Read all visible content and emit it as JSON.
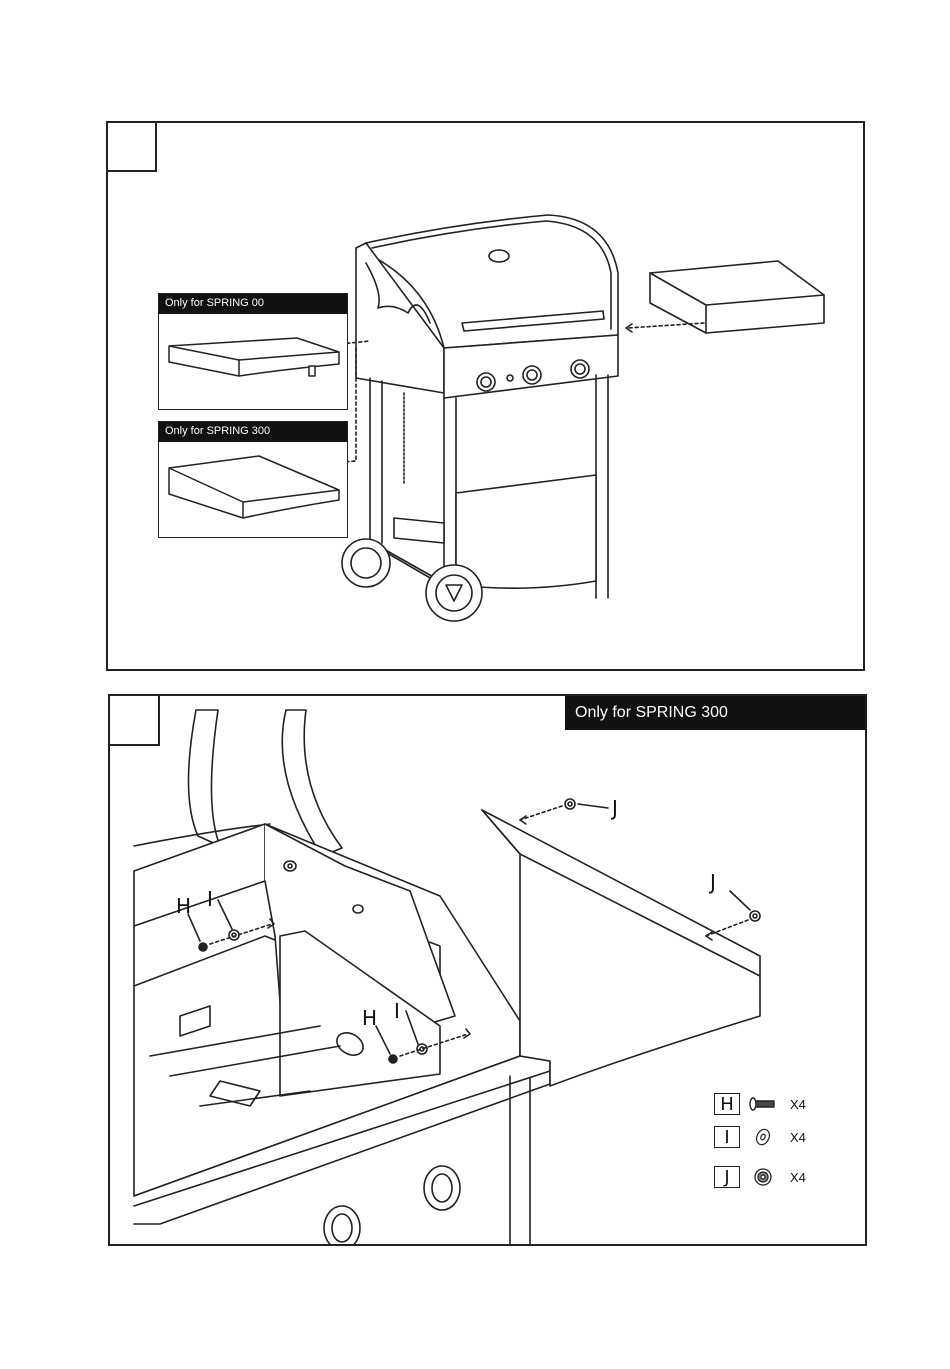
{
  "step1": {
    "inset_top": {
      "banner": "Only for SPRING   00"
    },
    "inset_bottom": {
      "banner": "Only for SPRING 300"
    }
  },
  "step2": {
    "banner": "Only for SPRING 300",
    "callouts": {
      "h1": "H",
      "i1": "I",
      "h2": "H",
      "i2": "I",
      "j1": "J",
      "j2": "J"
    },
    "legend": [
      {
        "letter": "H",
        "icon": "screw-icon",
        "qty": "X4"
      },
      {
        "letter": "I",
        "icon": "washer-icon",
        "qty": "X4"
      },
      {
        "letter": "J",
        "icon": "nut-icon",
        "qty": "X4"
      }
    ]
  }
}
